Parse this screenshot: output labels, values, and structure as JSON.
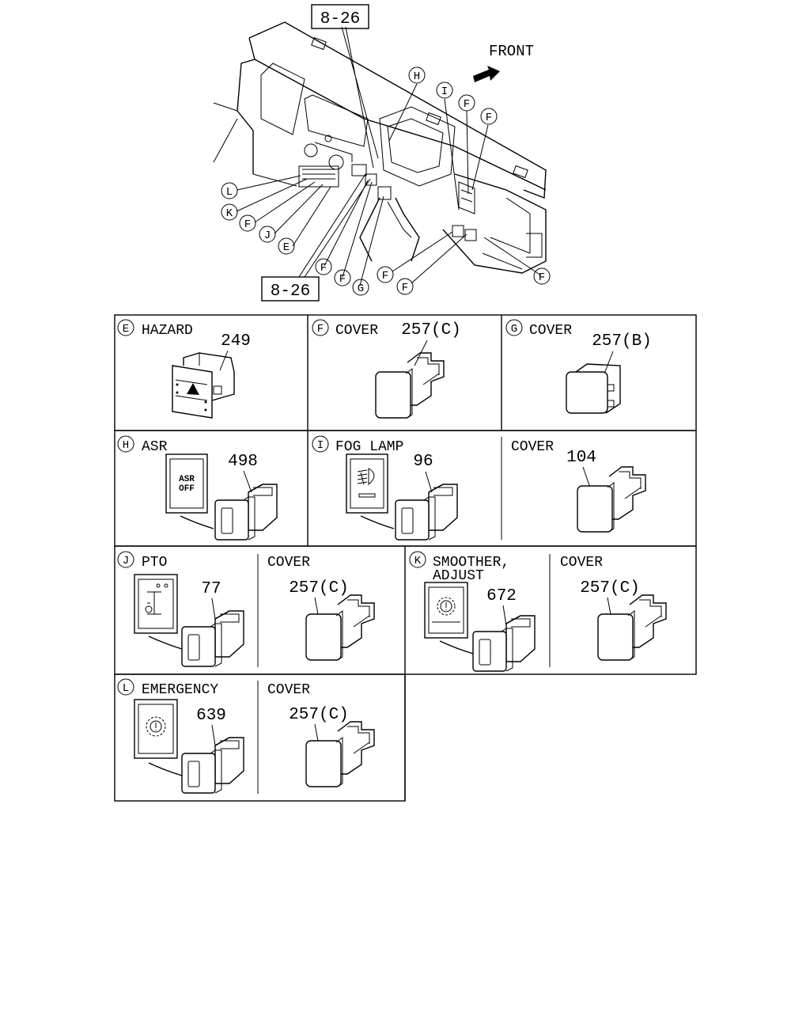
{
  "overview": {
    "ref_top": "8-26",
    "ref_bottom": "8-26",
    "front_label": "FRONT",
    "callouts": {
      "h": "H",
      "i": "I",
      "f1": "F",
      "f2": "F",
      "l": "L",
      "k": "K",
      "f3": "F",
      "j": "J",
      "e": "E",
      "f4": "F",
      "f5": "F",
      "g": "G",
      "f6": "F",
      "f7": "F",
      "f8": "F"
    }
  },
  "cells": {
    "e_hazard": {
      "letter": "E",
      "title": "HAZARD",
      "part": "249"
    },
    "f_cover": {
      "letter": "F",
      "title": "COVER",
      "part": "257(C)"
    },
    "g_cover": {
      "letter": "G",
      "title": "COVER",
      "part": "257(B)"
    },
    "h_asr": {
      "letter": "H",
      "title": "ASR",
      "part": "498",
      "icon_text_1": "ASR",
      "icon_text_2": "OFF"
    },
    "i_fog": {
      "letter": "I",
      "title": "FOG LAMP",
      "part": "96"
    },
    "i_cover": {
      "title": "COVER",
      "part": "104"
    },
    "j_pto": {
      "letter": "J",
      "title": "PTO",
      "part": "77"
    },
    "j_cover": {
      "title": "COVER",
      "part": "257(C)"
    },
    "k_smoother": {
      "letter": "K",
      "title_1": "SMOOTHER,",
      "title_2": "ADJUST",
      "part": "672"
    },
    "k_cover": {
      "title": "COVER",
      "part": "257(C)"
    },
    "l_emerg": {
      "letter": "L",
      "title": "EMERGENCY",
      "part": "639"
    },
    "l_cover": {
      "title": "COVER",
      "part": "257(C)"
    }
  }
}
